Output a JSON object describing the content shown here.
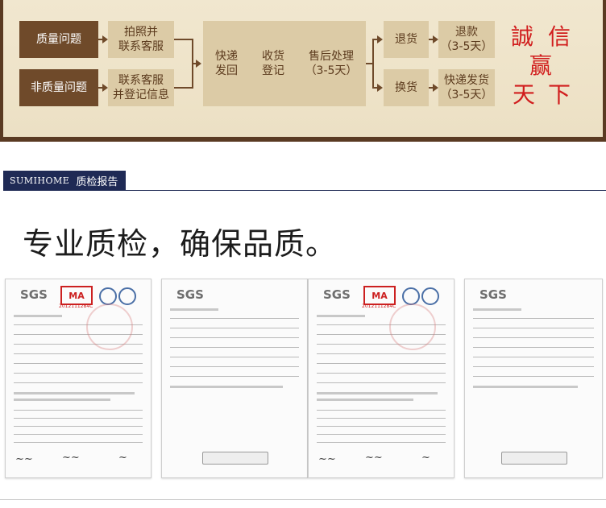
{
  "flow": {
    "quality_issue": "质量问题",
    "non_quality_issue": "非质量问题",
    "photo_contact": [
      "拍照并",
      "联系客服"
    ],
    "contact_register": [
      "联系客服",
      "并登记信息"
    ],
    "express_return": [
      "快递",
      "发回"
    ],
    "receive_register": [
      "收货",
      "登记"
    ],
    "after_sales": [
      "售后处理",
      "（3-5天）"
    ],
    "return_goods": "退货",
    "exchange_goods": "换货",
    "refund": [
      "退款",
      "（3-5天）"
    ],
    "express_ship": [
      "快递发货",
      "（3-5天）"
    ],
    "slogan": [
      "誠",
      "信",
      "赢",
      "天",
      "下"
    ]
  },
  "section": {
    "brand": "SUMIHOME",
    "title": "质检报告",
    "headline": "专业质检，确保品质。"
  },
  "reports": {
    "sgs": "SGS",
    "ma": "MA",
    "ma_number": "2012111284C"
  }
}
